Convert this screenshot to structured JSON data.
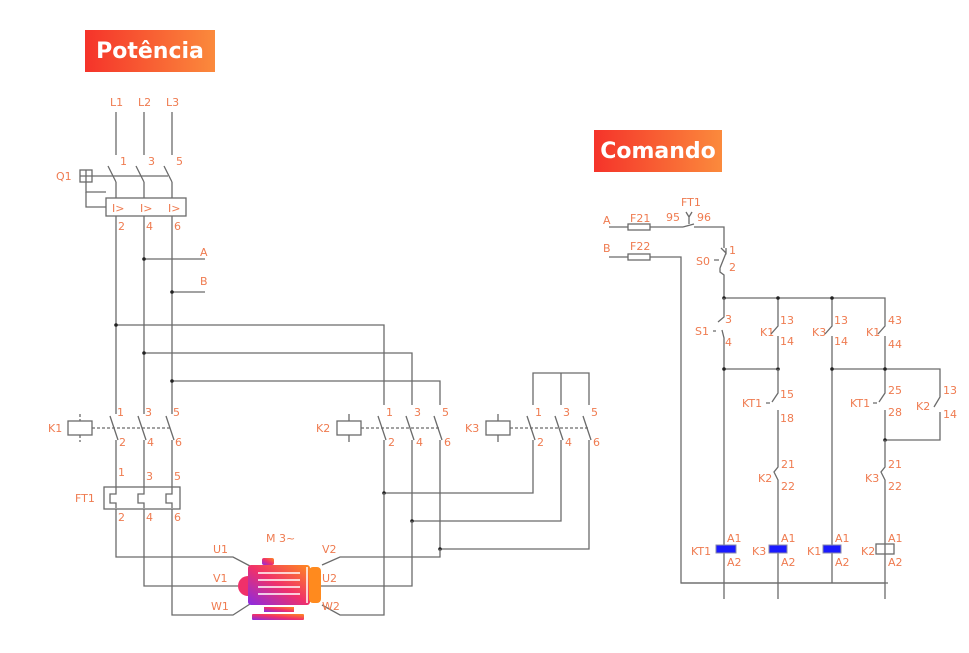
{
  "banners": {
    "power": "Potência",
    "command": "Comando"
  },
  "colors": {
    "label": "#ef7b50",
    "wire": "#6b6b6b",
    "banner_start": "#f5332a",
    "banner_end": "#fb8a3c",
    "coil_active": "#1a1aff"
  },
  "power": {
    "lines": [
      "L1",
      "L2",
      "L3"
    ],
    "breaker": {
      "tag": "Q1",
      "in": [
        "1",
        "3",
        "5"
      ],
      "out": [
        "2",
        "4",
        "6"
      ],
      "trip_symbol": "I>"
    },
    "taps": [
      "A",
      "B"
    ],
    "contactors": [
      {
        "tag": "K1",
        "in": [
          "1",
          "3",
          "5"
        ],
        "out": [
          "2",
          "4",
          "6"
        ]
      },
      {
        "tag": "K2",
        "in": [
          "1",
          "3",
          "5"
        ],
        "out": [
          "2",
          "4",
          "6"
        ]
      },
      {
        "tag": "K3",
        "in": [
          "1",
          "3",
          "5"
        ],
        "out": [
          "2",
          "4",
          "6"
        ]
      }
    ],
    "overload": {
      "tag": "FT1",
      "in": [
        "1",
        "3",
        "5"
      ],
      "out": [
        "2",
        "4",
        "6"
      ]
    },
    "motor": {
      "tag": "M 3~",
      "left_terminals": [
        "U1",
        "V1",
        "W1"
      ],
      "right_terminals": [
        "V2",
        "U2",
        "W2"
      ]
    }
  },
  "command": {
    "feeds": [
      {
        "phase": "A",
        "fuse": "F21"
      },
      {
        "phase": "B",
        "fuse": "F22"
      }
    ],
    "overload_contact": {
      "tag": "FT1",
      "terms": [
        "95",
        "96"
      ]
    },
    "stop": {
      "tag": "S0",
      "terms": [
        "1",
        "2"
      ]
    },
    "start": {
      "tag": "S1",
      "terms": [
        "3",
        "4"
      ]
    },
    "contacts": [
      {
        "tag": "K1",
        "terms": [
          "13",
          "14"
        ]
      },
      {
        "tag": "K3",
        "terms": [
          "13",
          "14"
        ]
      },
      {
        "tag": "K1",
        "terms": [
          "43",
          "44"
        ]
      },
      {
        "tag": "KT1",
        "terms": [
          "15",
          "18"
        ]
      },
      {
        "tag": "KT1",
        "terms": [
          "25",
          "28"
        ]
      },
      {
        "tag": "K2",
        "terms": [
          "13",
          "14"
        ]
      },
      {
        "tag": "K2",
        "terms": [
          "21",
          "22"
        ]
      },
      {
        "tag": "K3",
        "terms": [
          "21",
          "22"
        ]
      }
    ],
    "coils": [
      {
        "tag": "KT1",
        "a1": "A1",
        "a2": "A2",
        "energized": true
      },
      {
        "tag": "K3",
        "a1": "A1",
        "a2": "A2",
        "energized": true
      },
      {
        "tag": "K1",
        "a1": "A1",
        "a2": "A2",
        "energized": true
      },
      {
        "tag": "K2",
        "a1": "A1",
        "a2": "A2",
        "energized": false
      }
    ]
  }
}
